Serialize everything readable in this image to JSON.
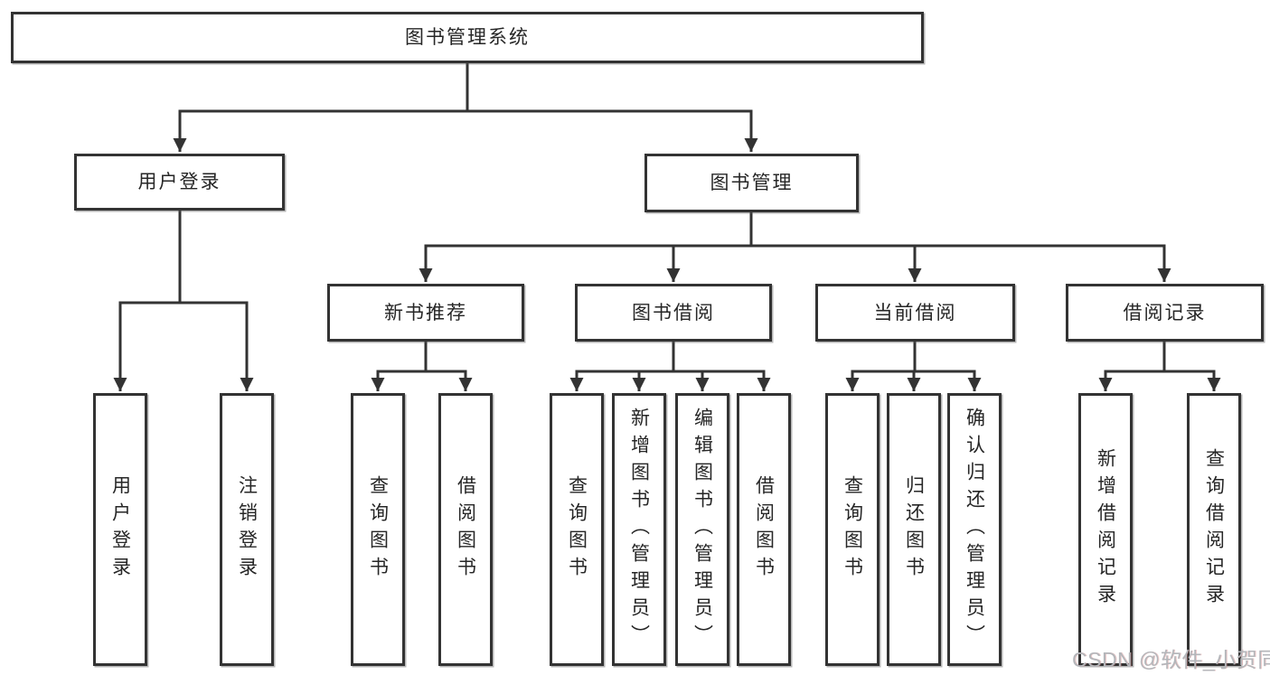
{
  "nodes": {
    "root": {
      "label": "图书管理系统"
    },
    "level2": [
      {
        "id": "user-login",
        "label": "用户登录"
      },
      {
        "id": "book-management",
        "label": "图书管理"
      }
    ],
    "level3": [
      {
        "id": "new-book-recommendation",
        "parent": "图书管理",
        "label": "新书推荐"
      },
      {
        "id": "book-borrowing",
        "parent": "图书管理",
        "label": "图书借阅"
      },
      {
        "id": "current-borrowing",
        "parent": "图书管理",
        "label": "当前借阅"
      },
      {
        "id": "borrowing-records",
        "parent": "图书管理",
        "label": "借阅记录"
      }
    ],
    "leaves": [
      {
        "parent": "用户登录",
        "label": "用户登录"
      },
      {
        "parent": "用户登录",
        "label": "注销登录"
      },
      {
        "parent": "新书推荐",
        "label": "查询图书"
      },
      {
        "parent": "新书推荐",
        "label": "借阅图书"
      },
      {
        "parent": "图书借阅",
        "label": "查询图书"
      },
      {
        "parent": "图书借阅",
        "label": "新增图书（管理员）"
      },
      {
        "parent": "图书借阅",
        "label": "编辑图书（管理员）"
      },
      {
        "parent": "图书借阅",
        "label": "借阅图书"
      },
      {
        "parent": "当前借阅",
        "label": "查询图书"
      },
      {
        "parent": "当前借阅",
        "label": "归还图书"
      },
      {
        "parent": "当前借阅",
        "label": "确认归还（管理员）"
      },
      {
        "parent": "借阅记录",
        "label": "新增借阅记录"
      },
      {
        "parent": "借阅记录",
        "label": "查询借阅记录"
      }
    ]
  },
  "watermark": {
    "text": "CSDN @软件_小贺同学"
  },
  "colors": {
    "line": "#333333",
    "text": "#262626",
    "background": "#ffffff",
    "watermark": "#b4b6ba"
  }
}
